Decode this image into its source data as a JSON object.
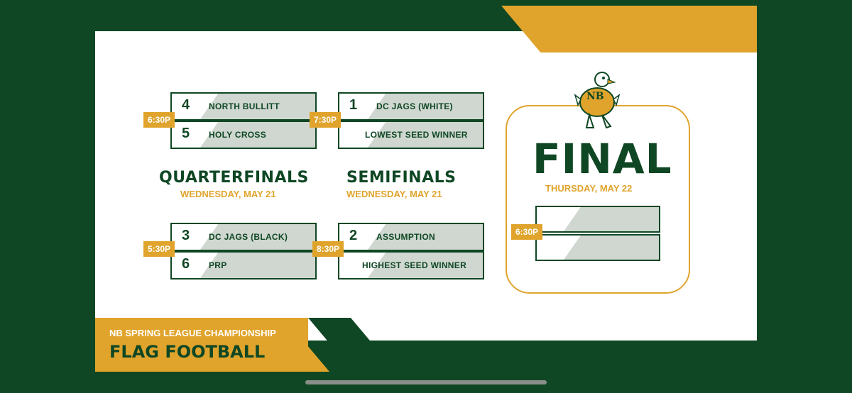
{
  "colors": {
    "green": "#0f4724",
    "gold": "#e0a42c",
    "white": "#ffffff",
    "shade": "#cfd7d0"
  },
  "quarterfinals": {
    "title": "QUARTERFINALS",
    "date": "WEDNESDAY, MAY 21",
    "matches": [
      {
        "time": "6:30P",
        "teams": [
          {
            "seed": "4",
            "name": "NORTH BULLITT"
          },
          {
            "seed": "5",
            "name": "HOLY CROSS"
          }
        ]
      },
      {
        "time": "5:30P",
        "teams": [
          {
            "seed": "3",
            "name": "DC JAGS (BLACK)"
          },
          {
            "seed": "6",
            "name": "PRP"
          }
        ]
      }
    ]
  },
  "semifinals": {
    "title": "SEMIFINALS",
    "date": "WEDNESDAY, MAY 21",
    "matches": [
      {
        "time": "7:30P",
        "teams": [
          {
            "seed": "1",
            "name": "DC JAGS (WHITE)"
          },
          {
            "seed": "",
            "name": "LOWEST SEED WINNER"
          }
        ]
      },
      {
        "time": "8:30P",
        "teams": [
          {
            "seed": "2",
            "name": "ASSUMPTION"
          },
          {
            "seed": "",
            "name": "HIGHEST SEED WINNER"
          }
        ]
      }
    ]
  },
  "final": {
    "title": "FINAL",
    "date": "THURSDAY, MAY 22",
    "time": "6:30P",
    "mascot_text": "NB",
    "mascot_icon": "eagle-mascot-icon"
  },
  "footer": {
    "subtitle": "NB SPRING LEAGUE CHAMPIONSHIP",
    "title": "FLAG FOOTBALL"
  }
}
